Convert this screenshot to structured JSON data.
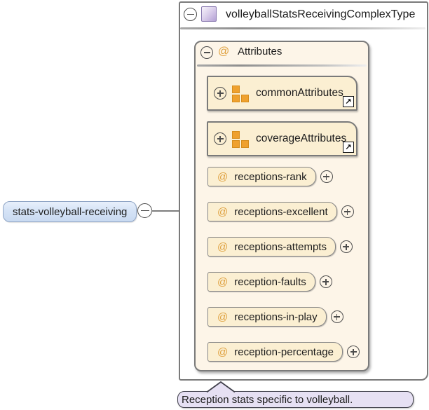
{
  "element": {
    "name": "stats-volleyball-receiving"
  },
  "complex_type": {
    "title": "volleyballStatsReceivingComplexType"
  },
  "attributes_section": {
    "title": "Attributes"
  },
  "attribute_groups": [
    {
      "name": "commonAttributes"
    },
    {
      "name": "coverageAttributes"
    }
  ],
  "attributes": [
    {
      "name": "receptions-rank"
    },
    {
      "name": "receptions-excellent"
    },
    {
      "name": "receptions-attempts"
    },
    {
      "name": "reception-faults"
    },
    {
      "name": "receptions-in-play"
    },
    {
      "name": "reception-percentage"
    }
  ],
  "tooltip": {
    "text": "Reception stats specific to volleyball."
  },
  "glyphs": {
    "at": "@",
    "link_arrow": "↗"
  },
  "colors": {
    "box_border": "#7a7a7a",
    "section_fill": "#fdf5e8",
    "item_fill": "#fbefd2",
    "accent_orange": "#efa12e",
    "at_orange": "#dfa13f",
    "element_fill": "#d5e3f6",
    "element_border": "#8fa5c5",
    "tooltip_fill": "#e6e0f3",
    "complex_type_icon_fill": "#b3a0d4"
  }
}
